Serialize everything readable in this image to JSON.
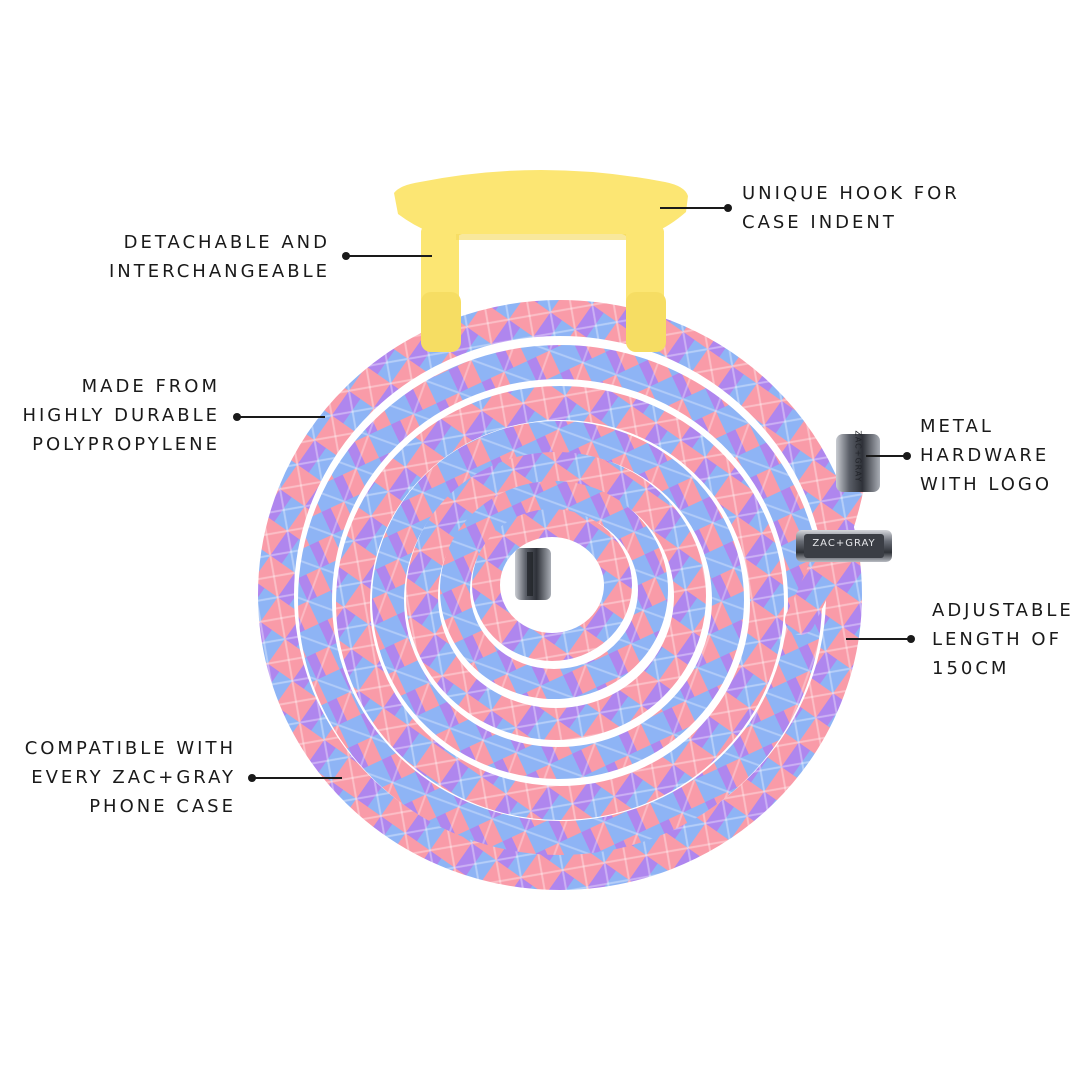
{
  "product": {
    "logo_text": "ZAC+GRAY",
    "colors": {
      "hook": "#FCE673",
      "hook_shadow": "#EFD45A",
      "cord_pink": "#F99BA8",
      "cord_blue": "#8EB4F5",
      "cord_purple": "#AF86EE",
      "metal": "#4a4e57"
    }
  },
  "callouts": {
    "hook": {
      "lines": [
        "UNIQUE HOOK FOR",
        "CASE INDENT"
      ]
    },
    "detachable": {
      "lines": [
        "DETACHABLE AND",
        "INTERCHANGEABLE"
      ]
    },
    "material": {
      "lines": [
        "MADE FROM",
        "HIGHLY DURABLE",
        "POLYPROPYLENE"
      ]
    },
    "hardware": {
      "lines": [
        "METAL",
        "HARDWARE",
        "WITH LOGO"
      ]
    },
    "length": {
      "lines": [
        "ADJUSTABLE",
        "LENGTH OF",
        "150CM"
      ]
    },
    "compatible": {
      "lines": [
        "COMPATIBLE WITH",
        "EVERY ZAC+GRAY",
        "PHONE CASE"
      ]
    }
  }
}
